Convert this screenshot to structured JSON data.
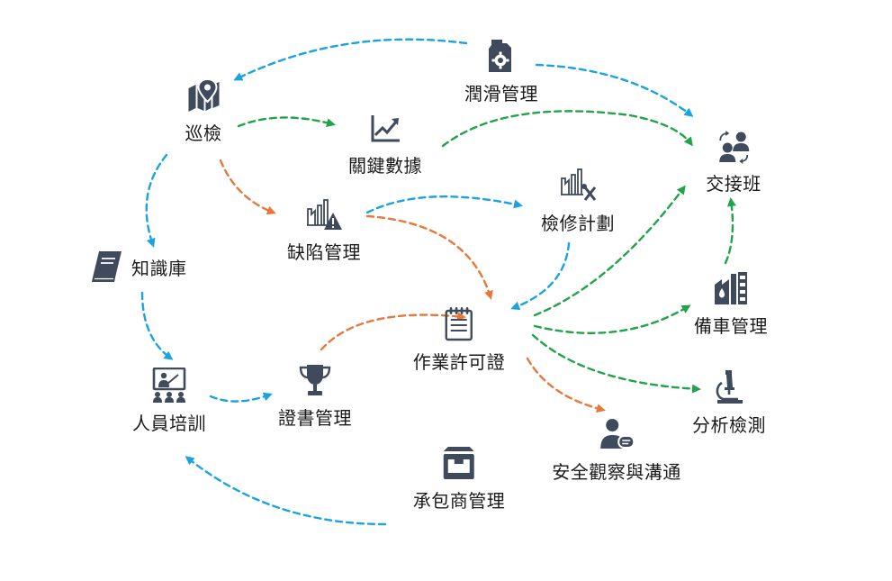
{
  "colors": {
    "blue": "#1aa3e0",
    "orange": "#e8773a",
    "green": "#22a34a",
    "icon": "#3f4b5c"
  },
  "nodes": {
    "patrol": {
      "label": "巡檢",
      "icon": "map-pin-icon"
    },
    "lubrication": {
      "label": "潤滑管理",
      "icon": "oil-can-gear-icon"
    },
    "key_data": {
      "label": "關鍵數據",
      "icon": "line-chart-icon"
    },
    "shift_handover": {
      "label": "交接班",
      "icon": "user-swap-icon"
    },
    "knowledge_base": {
      "label": "知識庫",
      "icon": "book-icon"
    },
    "defect_mgmt": {
      "label": "缺陷管理",
      "icon": "plant-warning-icon"
    },
    "maintenance_plan": {
      "label": "檢修計劃",
      "icon": "plant-tools-icon"
    },
    "work_permit": {
      "label": "作業許可證",
      "icon": "notepad-icon"
    },
    "spare_vehicle": {
      "label": "備車管理",
      "icon": "factory-drop-icon"
    },
    "personnel_training": {
      "label": "人員培訓",
      "icon": "presentation-icon"
    },
    "certificate_mgmt": {
      "label": "證書管理",
      "icon": "trophy-icon"
    },
    "analysis": {
      "label": "分析檢測",
      "icon": "microscope-icon"
    },
    "safety_observation": {
      "label": "安全觀察與溝通",
      "icon": "user-chat-icon"
    },
    "contractor_mgmt": {
      "label": "承包商管理",
      "icon": "inbox-tray-icon"
    }
  },
  "edges": [
    {
      "from": "lubrication",
      "to": "patrol",
      "color": "blue"
    },
    {
      "from": "lubrication",
      "to": "shift_handover",
      "color": "blue"
    },
    {
      "from": "patrol",
      "to": "key_data",
      "color": "green"
    },
    {
      "from": "key_data",
      "to": "shift_handover",
      "color": "green"
    },
    {
      "from": "patrol",
      "to": "defect_mgmt",
      "color": "orange"
    },
    {
      "from": "patrol",
      "to": "knowledge_base",
      "color": "blue"
    },
    {
      "from": "defect_mgmt",
      "to": "maintenance_plan",
      "color": "blue"
    },
    {
      "from": "defect_mgmt",
      "to": "work_permit",
      "color": "orange"
    },
    {
      "from": "maintenance_plan",
      "to": "work_permit",
      "color": "blue"
    },
    {
      "from": "knowledge_base",
      "to": "personnel_training",
      "color": "blue"
    },
    {
      "from": "personnel_training",
      "to": "certificate_mgmt",
      "color": "blue"
    },
    {
      "from": "certificate_mgmt",
      "to": "work_permit",
      "color": "orange"
    },
    {
      "from": "work_permit",
      "to": "shift_handover",
      "color": "green"
    },
    {
      "from": "work_permit",
      "to": "spare_vehicle",
      "color": "green"
    },
    {
      "from": "spare_vehicle",
      "to": "shift_handover",
      "color": "green"
    },
    {
      "from": "work_permit",
      "to": "analysis",
      "color": "green"
    },
    {
      "from": "work_permit",
      "to": "safety_observation",
      "color": "orange"
    },
    {
      "from": "contractor_mgmt",
      "to": "personnel_training",
      "color": "blue"
    }
  ]
}
